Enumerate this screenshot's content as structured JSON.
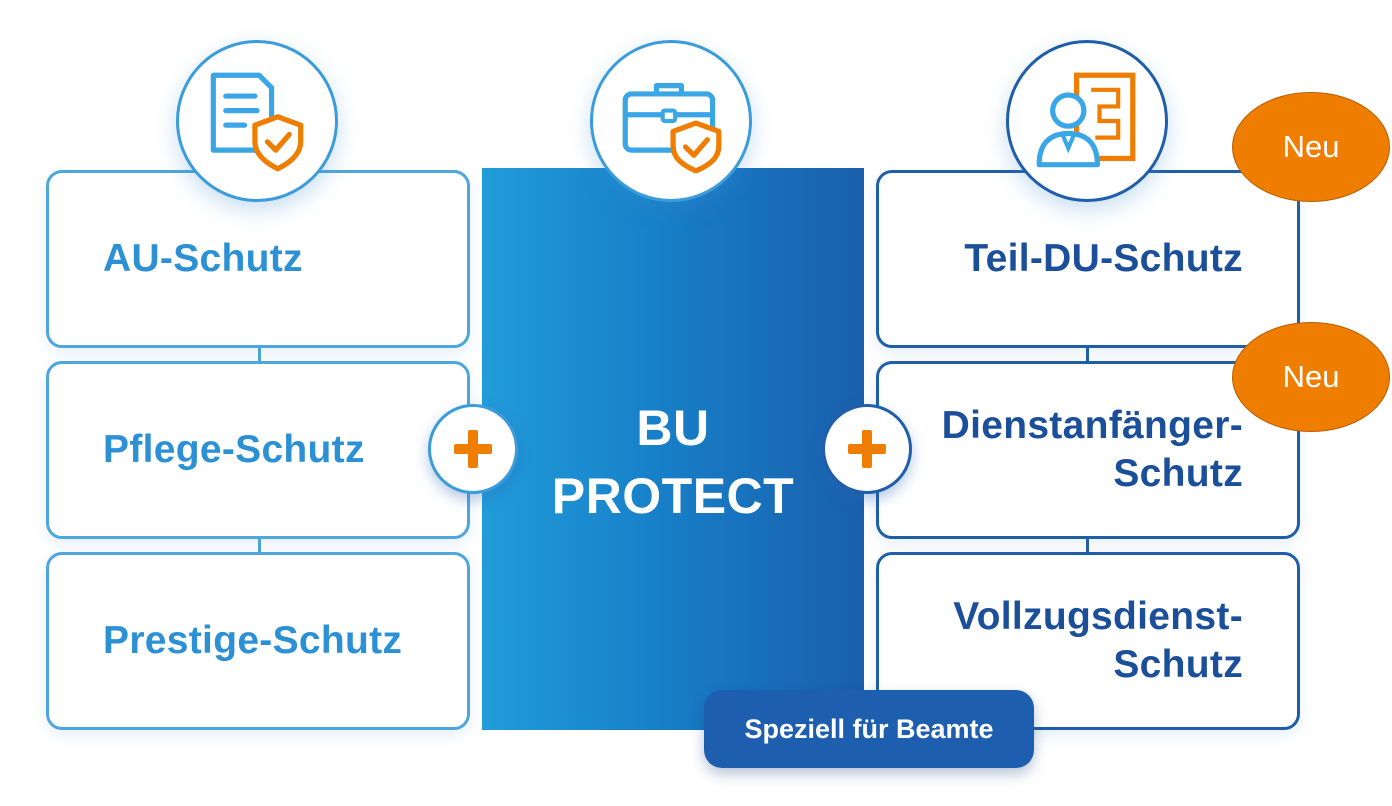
{
  "left_items": [
    "AU-Schutz",
    "Pflege-Schutz",
    "Prestige-Schutz"
  ],
  "center": {
    "line1": "BU",
    "line2": "PROTECT"
  },
  "right_items": [
    {
      "line1": "Teil-DU-Schutz",
      "line2": ""
    },
    {
      "line1": "Dienstanfänger-",
      "line2": "Schutz"
    },
    {
      "line1": "Vollzugsdienst-",
      "line2": "Schutz"
    }
  ],
  "tag": "Speziell für Beamte",
  "badges": [
    "Neu",
    "Neu"
  ],
  "icons": {
    "left": "document-shield-icon",
    "center": "briefcase-shield-icon",
    "right": "civil-servant-icon",
    "plus": "plus-icon"
  },
  "colors": {
    "light_blue": "#2c90d5",
    "dark_blue": "#1b4f9a",
    "orange": "#ef7d00",
    "white": "#ffffff"
  }
}
